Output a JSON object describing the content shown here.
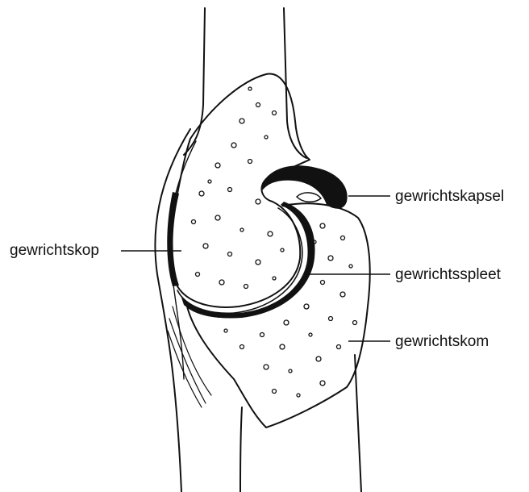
{
  "labels": {
    "kop": "gewrichtskop",
    "kapsel": "gewrichtskapsel",
    "spleet": "gewrichtsspleet",
    "kom": "gewrichtskom"
  },
  "colors": {
    "ink": "#111111",
    "background": "#ffffff"
  }
}
